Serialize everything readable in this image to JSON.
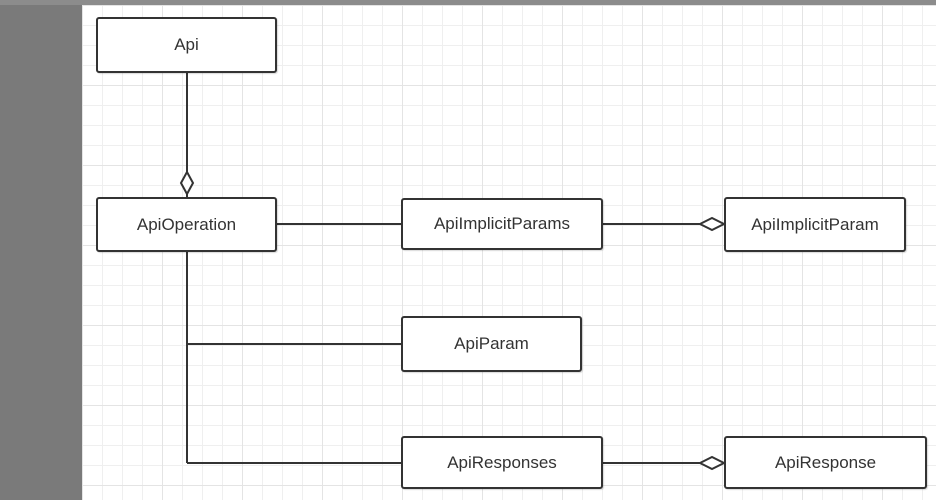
{
  "diagram": {
    "nodes": {
      "api": "Api",
      "api_operation": "ApiOperation",
      "api_implicit_params": "ApiImplicitParams",
      "api_implicit_param": "ApiImplicitParam",
      "api_param": "ApiParam",
      "api_responses": "ApiResponses",
      "api_response": "ApiResponse"
    }
  },
  "colors": {
    "outer_background": "#7a7a7a",
    "canvas_background": "#ffffff",
    "stroke": "#333333"
  }
}
